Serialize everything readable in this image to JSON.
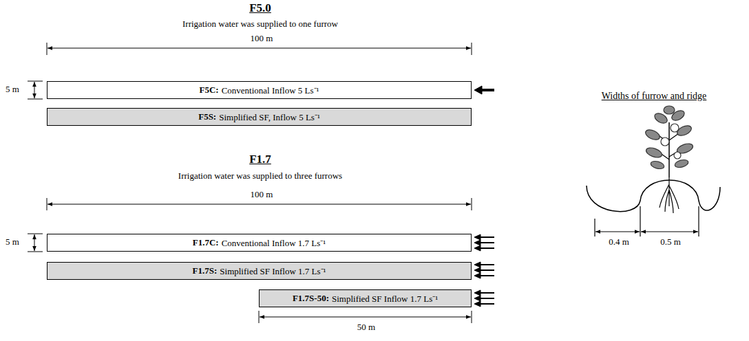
{
  "diagram": {
    "nodes": [
      {
        "text": [
          "F5C:",
          "Conventional Inflow 5 Ls⁻¹"
        ]
      },
      {
        "text": [
          "F5S:",
          "Simplified SF, Inflow 5 Ls⁻¹"
        ]
      },
      {
        "text": [
          "F1.7C:",
          "Conventional Inflow 1.7 Ls⁻¹"
        ]
      },
      {
        "text": [
          "F1.7S:",
          "Simplified  SF Inflow 1.7 Ls⁻¹"
        ]
      },
      {
        "text": [
          "F1.7S-50:",
          "Simplified SF Inflow 1.7 Ls⁻¹"
        ]
      }
    ],
    "labels": [
      "F5.0",
      "Irrigation water was supplied to one furrow",
      "100 m",
      "5 m",
      "F1.7",
      "Irrigation water was supplied to three furrows",
      "100 m",
      "5 m",
      "50 m",
      "Widths of furrow and ridge",
      "0.4 m",
      "0.5 m"
    ]
  }
}
